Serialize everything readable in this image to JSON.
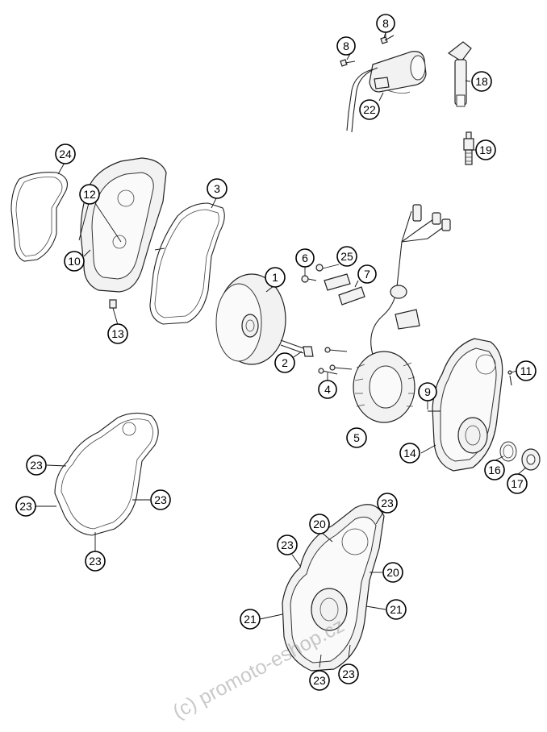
{
  "diagram": {
    "watermark": "(c) promoto-eshop.cz",
    "callouts": [
      {
        "key": "c8a",
        "label": "8"
      },
      {
        "key": "c8b",
        "label": "8"
      },
      {
        "key": "c18",
        "label": "18"
      },
      {
        "key": "c22",
        "label": "22"
      },
      {
        "key": "c19",
        "label": "19"
      },
      {
        "key": "c24",
        "label": "24"
      },
      {
        "key": "c12",
        "label": "12"
      },
      {
        "key": "c10",
        "label": "10"
      },
      {
        "key": "c13",
        "label": "13"
      },
      {
        "key": "c3",
        "label": "3"
      },
      {
        "key": "c1",
        "label": "1"
      },
      {
        "key": "c6",
        "label": "6"
      },
      {
        "key": "c25",
        "label": "25"
      },
      {
        "key": "c7",
        "label": "7"
      },
      {
        "key": "c2",
        "label": "2"
      },
      {
        "key": "c4",
        "label": "4"
      },
      {
        "key": "c5",
        "label": "5"
      },
      {
        "key": "c9",
        "label": "9"
      },
      {
        "key": "c11",
        "label": "11"
      },
      {
        "key": "c14",
        "label": "14"
      },
      {
        "key": "c16",
        "label": "16"
      },
      {
        "key": "c17",
        "label": "17"
      },
      {
        "key": "c23a",
        "label": "23"
      },
      {
        "key": "c23b",
        "label": "23"
      },
      {
        "key": "c23c",
        "label": "23"
      },
      {
        "key": "c23d",
        "label": "23"
      },
      {
        "key": "c23e",
        "label": "23"
      },
      {
        "key": "c20a",
        "label": "20"
      },
      {
        "key": "c23f",
        "label": "23"
      },
      {
        "key": "c20b",
        "label": "20"
      },
      {
        "key": "c21a",
        "label": "21"
      },
      {
        "key": "c21b",
        "label": "21"
      },
      {
        "key": "c23g",
        "label": "23"
      },
      {
        "key": "c23h",
        "label": "23"
      }
    ]
  }
}
